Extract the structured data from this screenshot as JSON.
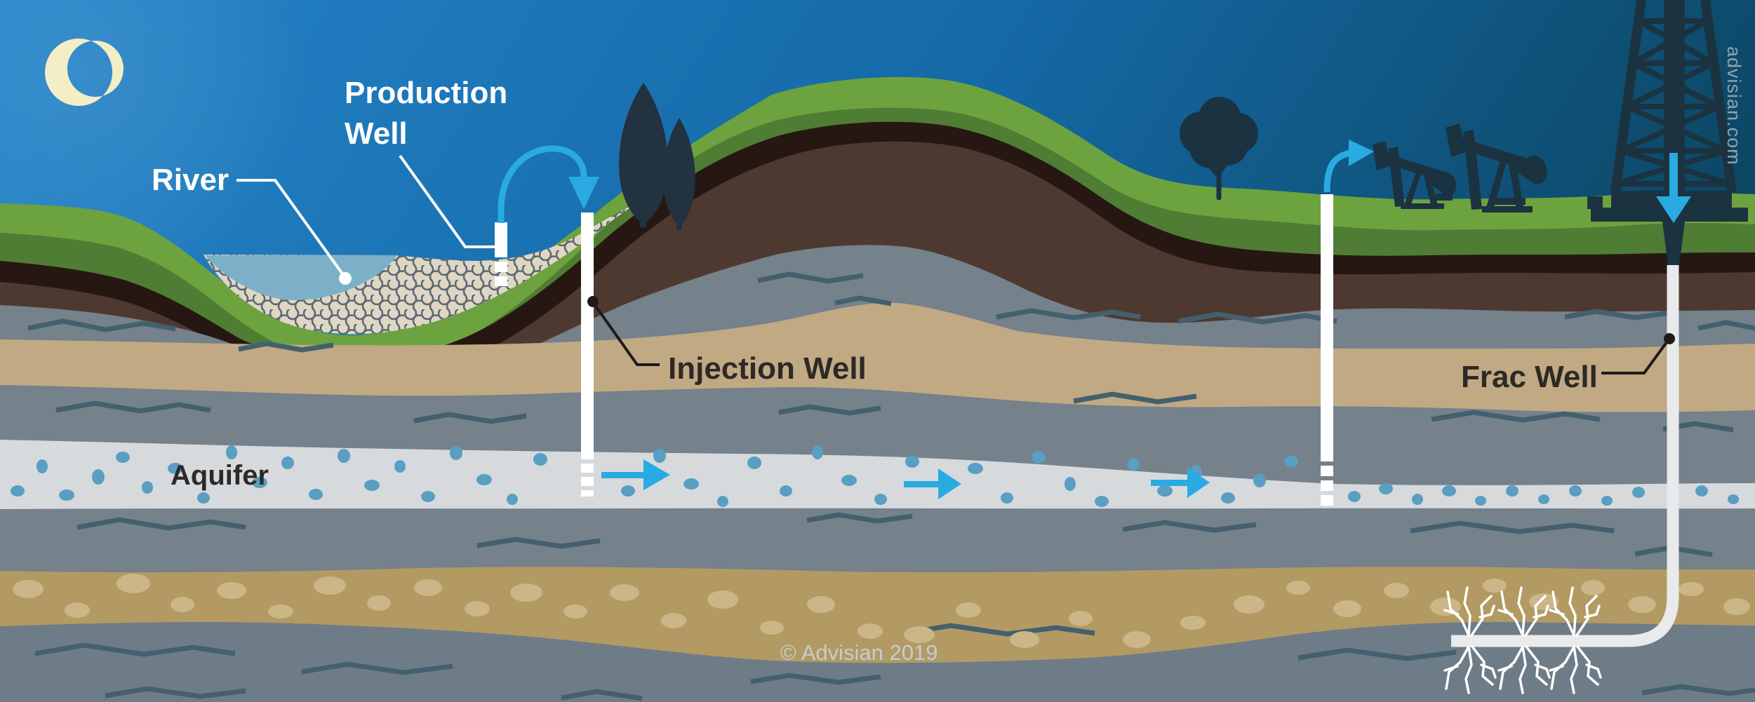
{
  "diagram": {
    "title_implied": "Groundwater and fracking cross-section",
    "labels": {
      "production_well_line1": "Production",
      "production_well_line2": "Well",
      "river": "River",
      "injection_well": "Injection Well",
      "aquifer": "Aquifer",
      "frac_well": "Frac Well"
    },
    "footer": {
      "copyright": "© Advisian 2019"
    },
    "watermark": {
      "website": "advisian.com"
    },
    "colors": {
      "sky_left": "#2484c9",
      "sky_right": "#0c4764",
      "moon": "#f3eec5",
      "grass_bright": "#6da33f",
      "grass_dark": "#4f7d33",
      "topsoil_black": "#271713",
      "subsoil_brown": "#4e3931",
      "rock_gray": "#75818b",
      "rock_gray_deep": "#6e7c87",
      "sand_tan": "#c1a983",
      "aquifer_gray": "#d6dadd",
      "aquifer_dots_blue": "#5a9ec2",
      "gravel_tan": "#b39a62",
      "gravel_pebbles": "#cab687",
      "riverbed_beige": "#ded7c3",
      "riverbed_circles": "#5b6772",
      "river_water": "#7cb0c9",
      "flow_arrow_blue": "#29abe2",
      "silhouette_navy": "#1b3340",
      "well_casing_white": "#ffffff",
      "frac_casing_gray": "#e8eaec",
      "label_dark": "#2d2926",
      "label_light": "#ffffff"
    }
  }
}
